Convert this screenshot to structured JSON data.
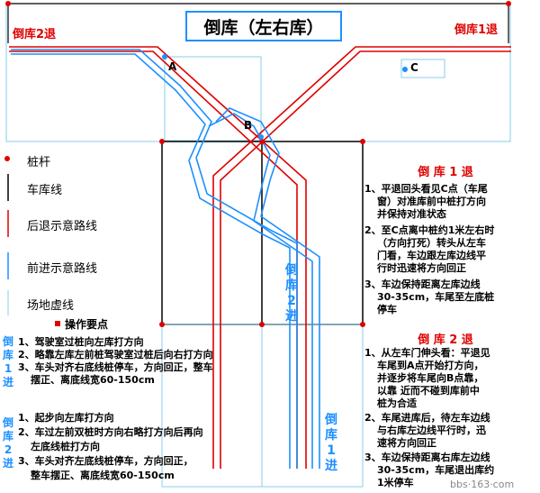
{
  "title": "倒库（左右库）",
  "top_labels": {
    "left_exit": "倒库2退",
    "right_exit": "倒库1退"
  },
  "points": {
    "a": "A",
    "b": "B",
    "c": "C"
  },
  "legend": {
    "pole": "桩杆",
    "garage_line": "车库线",
    "reverse_route": "后退示意路线",
    "forward_route": "前进示意路线",
    "field_dashed": "场地虚线"
  },
  "vertical_labels": {
    "forward2": [
      "倒",
      "库",
      "2",
      "进"
    ],
    "forward1": [
      "倒",
      "库",
      "1",
      "进"
    ],
    "side1": [
      "倒",
      "库",
      "1",
      "进"
    ],
    "side2": [
      "倒",
      "库",
      "2",
      "进"
    ]
  },
  "operations": {
    "heading": "操作要点",
    "group1": [
      "1、驾驶室过桩向左库打方向",
      "2、略靠左库左前桩驾驶室过桩后向右打方向",
      "3、车头对齐右底线桩停车，方向回正，整车",
      "摆正、离底线宽60-150cm"
    ],
    "group2": [
      "1、起步向左库打方向",
      "2、车过左前双桩时方向右略打方向后再向",
      "左底线桩打方向",
      "3、车头对齐左底线桩停车，方向回正，",
      "整车摆正、离底线宽60-150cm"
    ]
  },
  "reverse1": {
    "heading": "倒 库 1 退",
    "items": [
      "1、平退回头看见C点（车尾",
      "窗）对准库前中桩打方向",
      "并保持对准状态",
      "2、至C点离中桩约1米左右时",
      "（方向打死）转头从左车",
      "门看，车边跟左库边线平",
      "行时迅速将方向回正",
      "3、车边保持距离左库边线",
      "30-35cm，车尾至左底桩",
      "停车"
    ]
  },
  "reverse2": {
    "heading": "倒 库 2 退",
    "items": [
      "1、从左车门伸头看：平退见",
      "车尾到A点开始打方向，",
      "并逐步将车尾向B点靠，",
      "以靠 近而不碰到库前中",
      "桩为合适",
      "2、车尾进库后，待左车边线",
      "与右库左边线平行时，迅",
      "速将方向回正",
      "3、车边保持距离右库左边线",
      "30-35cm，车尾退出库约",
      "1米停车"
    ]
  },
  "watermark": "bbs·163·com",
  "colors": {
    "garage": "#000000",
    "reverse": "#e00000",
    "forward": "#1e90ff",
    "field": "#87ceeb",
    "pole": "#e00000"
  }
}
